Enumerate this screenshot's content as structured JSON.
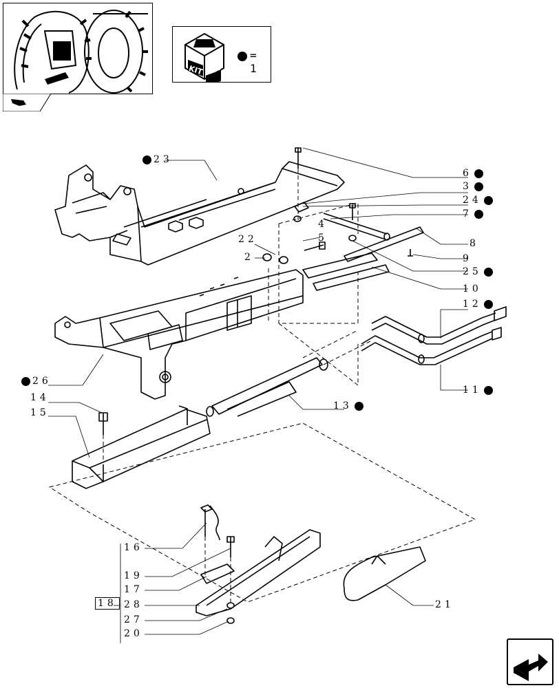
{
  "legend": {
    "kit_label_left": "KIT",
    "kit_label_right": "KIT",
    "qty_text": "= 1"
  },
  "callouts": {
    "c23": "23",
    "c6": "6",
    "c3": "3",
    "c24": "24",
    "c7": "7",
    "c8": "8",
    "c22": "22",
    "c4": "4",
    "c5": "5",
    "c2": "2",
    "c9": "9",
    "c25": "25",
    "c10": "10",
    "c12": "12",
    "c26": "26",
    "c11": "11",
    "c14": "14",
    "c15": "15",
    "c13": "13",
    "c16": "16",
    "c19": "19",
    "c17": "17",
    "c18": "18",
    "c28": "28",
    "c27": "27",
    "c20": "20",
    "c21": "21"
  }
}
